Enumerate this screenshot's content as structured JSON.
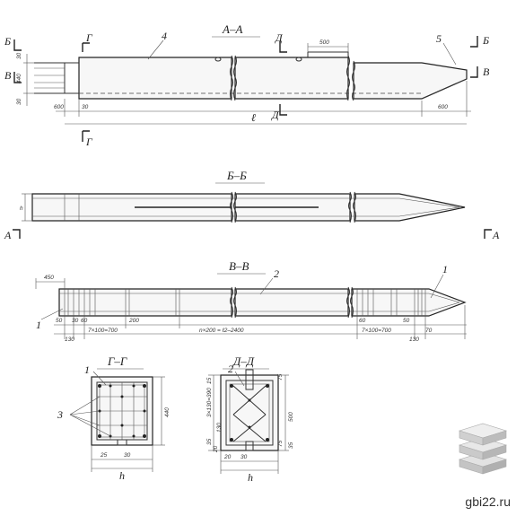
{
  "sections": {
    "aa": {
      "title": "А–А",
      "callout_4": "4",
      "callout_5": "5",
      "dim_500": "500",
      "dim_600_left": "600",
      "dim_30": "30",
      "dim_600_right": "600",
      "dim_l": "ℓ",
      "dim_30_top": "30",
      "dim_440": "440",
      "dim_30_bot": "30",
      "mark_b_left": "Б",
      "mark_b_right": "Б",
      "mark_v_left": "В",
      "mark_v_right": "В",
      "mark_g_top": "Г",
      "mark_g_bot": "Г",
      "mark_d_top": "Д",
      "mark_d_bot": "Д"
    },
    "bb": {
      "title": "Б–Б",
      "dim_h": "h",
      "mark_a_left": "А",
      "mark_a_right": "А"
    },
    "vv": {
      "title": "В–В",
      "callout_2": "2",
      "callout_1_left": "1",
      "callout_1_right": "1",
      "dim_450": "450",
      "dim_50": "50",
      "dim_30": "30",
      "dim_60": "60",
      "dim_130": "130",
      "dim_7x100_left": "7×100=700",
      "dim_200": "200",
      "dim_n200": "n×200 = ℓ2–2400",
      "dim_7x100_right": "7×100=700",
      "dim_60_r": "60",
      "dim_50_r": "50",
      "dim_130_r": "130",
      "dim_70_r": "70"
    },
    "gg": {
      "title": "Г–Г",
      "callout_1": "1",
      "callout_3": "3",
      "dim_440": "440",
      "dim_25": "25",
      "dim_30": "30",
      "dim_h": "h"
    },
    "dd": {
      "title": "Д–Д",
      "callout_2": "2",
      "dim_15_top": "15",
      "dim_3x130": "3×130=390",
      "dim_130": "130",
      "dim_35": "35",
      "dim_20_l": "20",
      "dim_500": "500",
      "dim_75_top": "75",
      "dim_75_bot": "75",
      "dim_35_r": "35",
      "dim_20_b": "20",
      "dim_30": "30",
      "dim_h": "h"
    }
  },
  "watermark": "gbi22.ru"
}
